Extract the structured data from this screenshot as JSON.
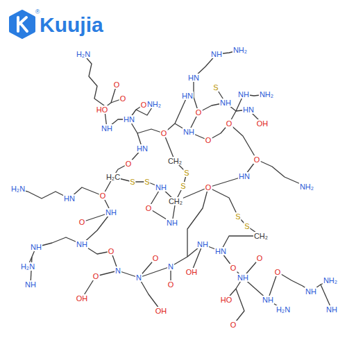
{
  "diagram": {
    "labels": [
      "Kuujia",
      "®",
      "H₂N",
      "O",
      "HO",
      "O",
      "NH",
      "HN",
      "O",
      "NH₂",
      "O",
      "HN",
      "HN",
      "NH",
      "NH₂",
      "S",
      "O",
      "NH",
      "NH",
      "NH₂",
      "HN",
      "OH",
      "O",
      "O",
      "NH",
      "HN",
      "O",
      "CH₂",
      "S",
      "S",
      "CH₂",
      "H₂C",
      "S",
      "S",
      "NH",
      "O",
      "NH",
      "O",
      "HN",
      "O",
      "NH₂",
      "S",
      "S",
      "CH₂",
      "H₂N",
      "HN",
      "O",
      "NH",
      "O",
      "NH",
      "NH",
      "H₂N",
      "NH",
      "O",
      "N",
      "O",
      "OH",
      "N",
      "O",
      "OH",
      "N",
      "O",
      "NH",
      "OH",
      "HN",
      "O",
      "NH",
      "O",
      "HO",
      "O",
      "NH",
      "O",
      "H₂N",
      "NH",
      "NH₂",
      "NH"
    ]
  }
}
